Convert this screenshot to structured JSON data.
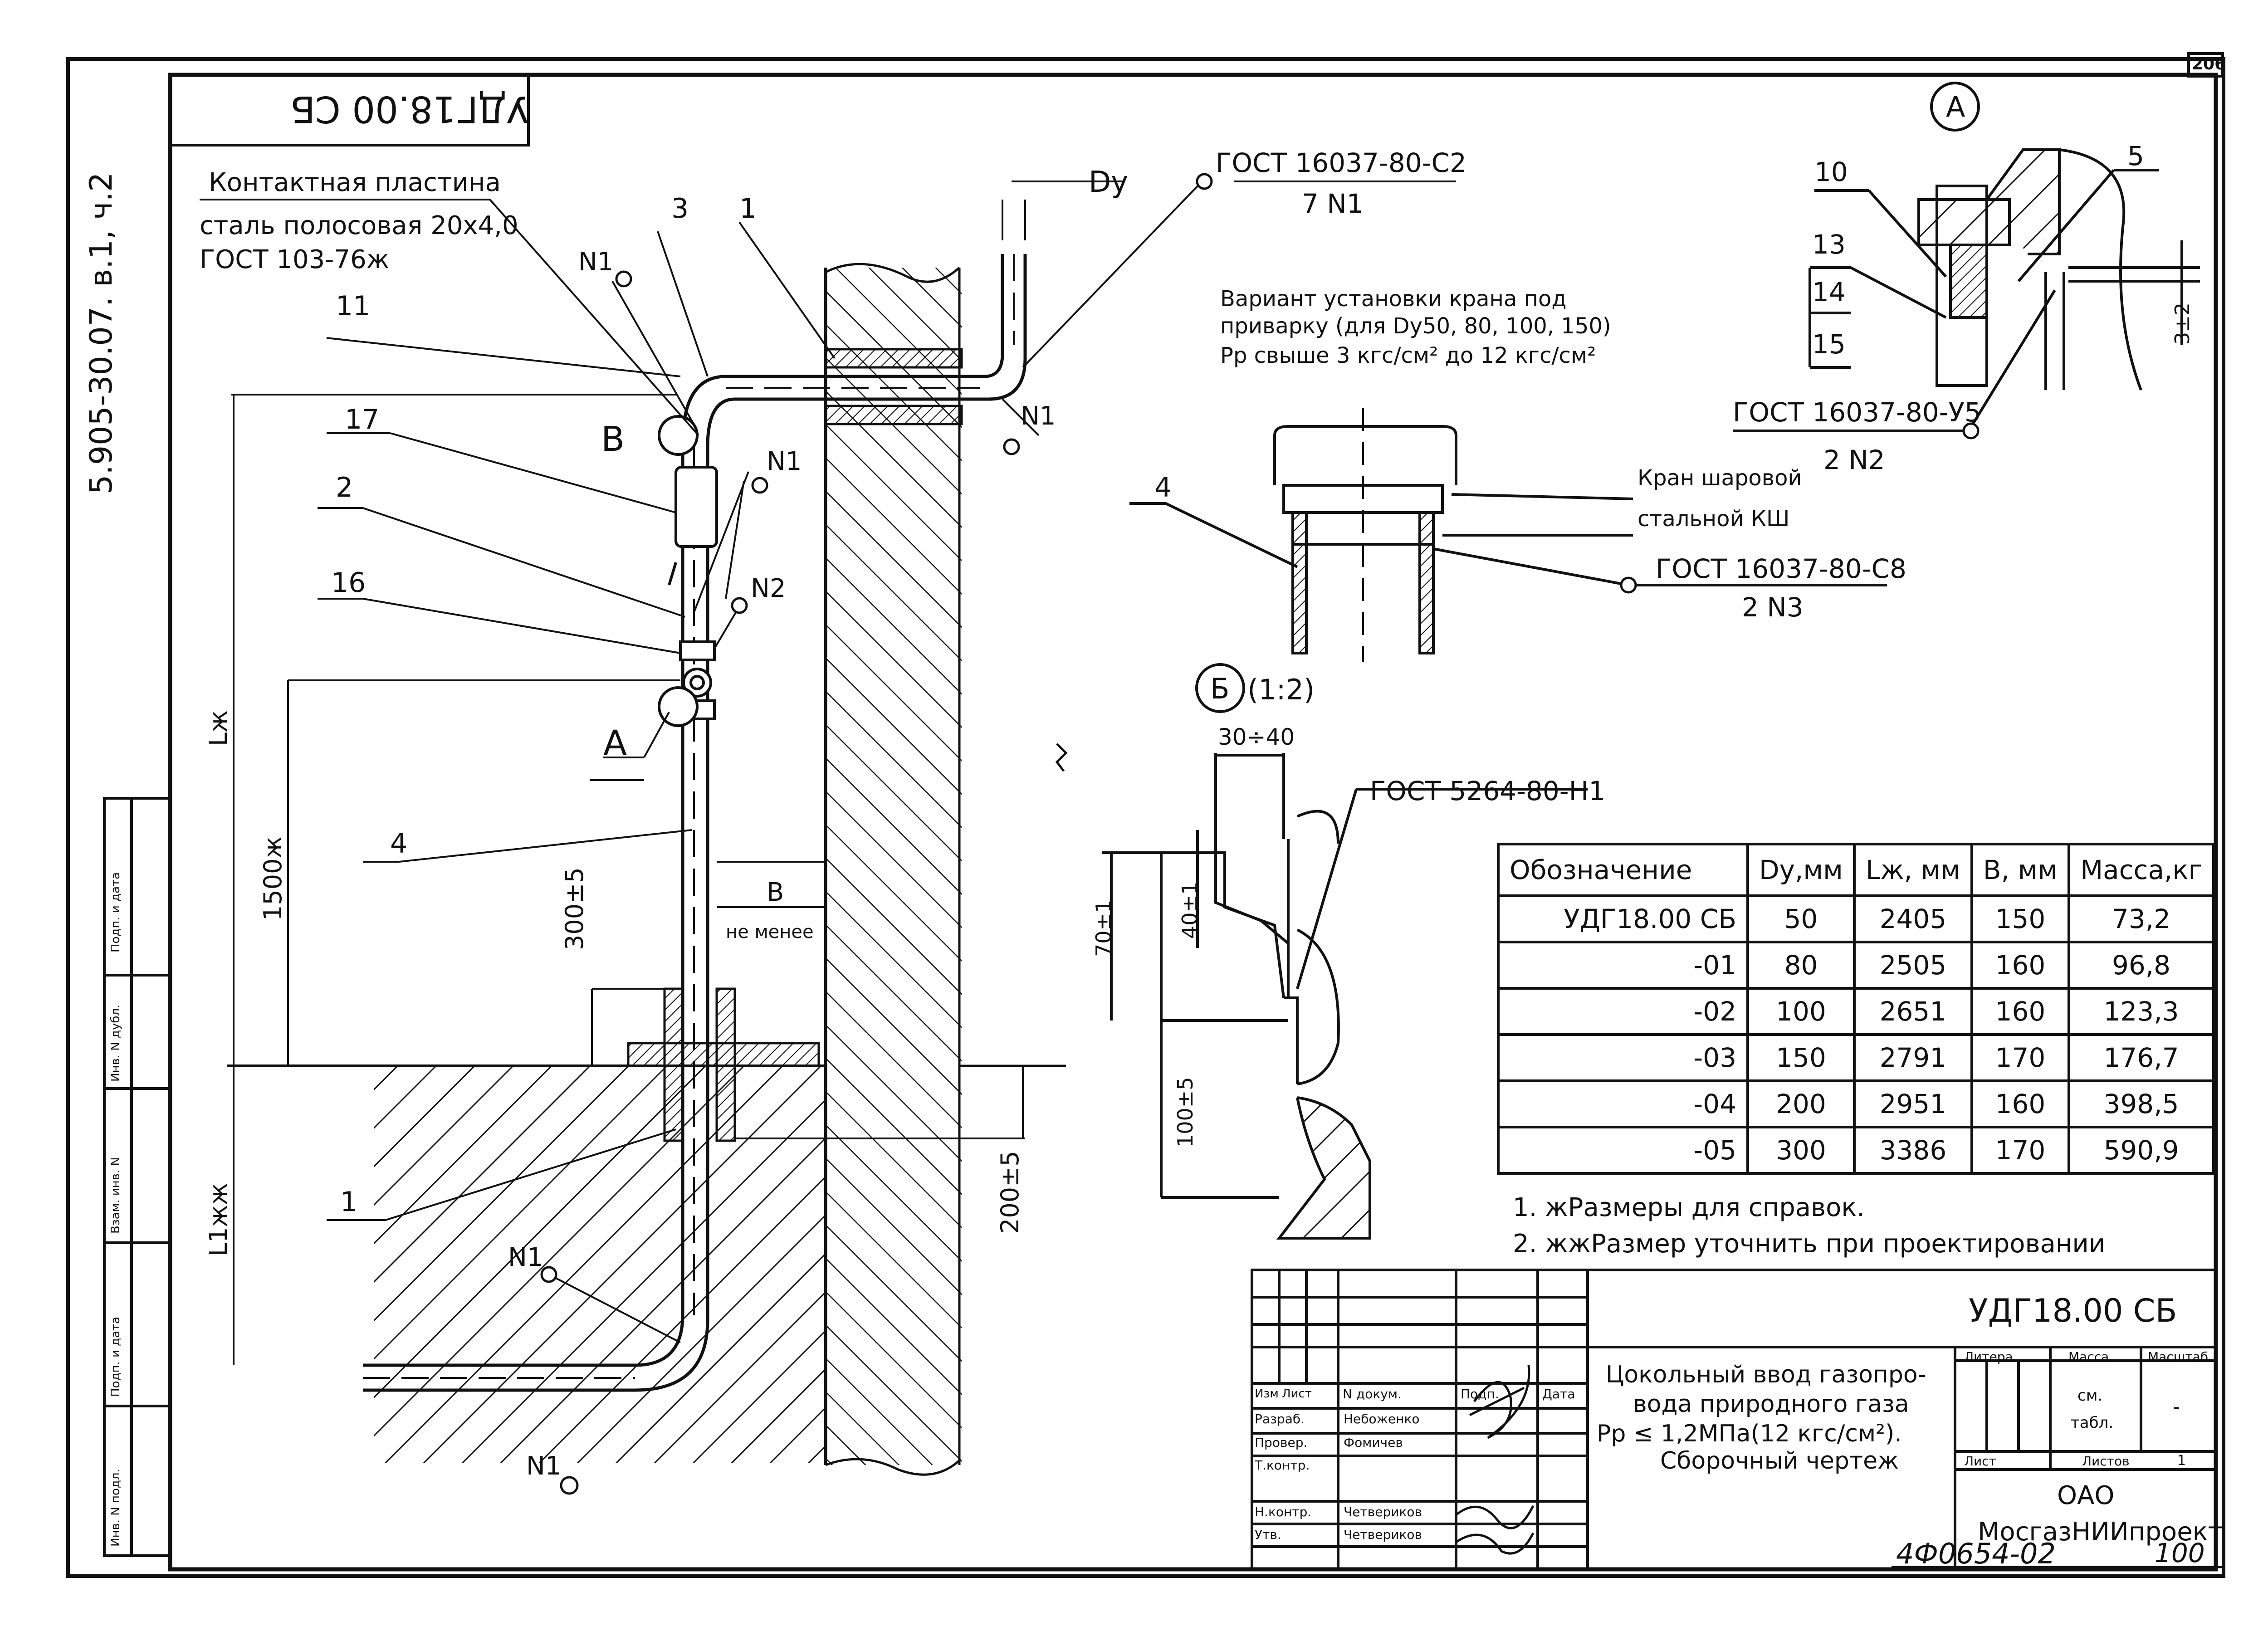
{
  "sheet": {
    "page_number": "206",
    "mirrored_code": "УДГ18.00 СБ",
    "side_code": "5.905-30.07. в.1, ч.2",
    "inventory_note": "4Ф0654-02",
    "inventory_page": "100"
  },
  "left_strip": [
    "Подп. и дата",
    "Инв. N дубл.",
    "Взам. инв. N",
    "Подп. и дата",
    "Инв. N подл."
  ],
  "contact_plate": {
    "line1": "Контактная пластина",
    "line2": "сталь полосовая 20х4,0",
    "line3": "ГОСТ 103-76ж"
  },
  "callouts": {
    "gost_c2": "ГОСТ 16037-80-С2",
    "n1_7": "7 N1",
    "dy": "Dy",
    "n1": "N1",
    "n2": "N2",
    "gost_y5": "ГОСТ 16037-80-У5",
    "n2_2": "2 N2",
    "gost_c8": "ГОСТ 16037-80-С8",
    "n3_2": "2 N3",
    "gost_h1": "ГОСТ 5264-80-Н1",
    "kran1": "Кран шаровой",
    "kran2": "стальной КШ",
    "ne_menee": "не менее"
  },
  "variant_note": {
    "line1": "Вариант установки крана под",
    "line2": "приварку (для Dy50, 80, 100, 150)",
    "line3": "Рр свыше 3 кгс/см² до 12 кгс/см²"
  },
  "view_a": {
    "label": "А"
  },
  "view_b": {
    "label": "Б",
    "scale": "(1:2)"
  },
  "positions": [
    "1",
    "2",
    "3",
    "4",
    "5",
    "10",
    "11",
    "13",
    "14",
    "15",
    "16",
    "17"
  ],
  "dims": {
    "L": "Lж",
    "L1": "L1жж",
    "d1500": "1500ж",
    "d300": "300±5",
    "d200": "200±5",
    "B": "В",
    "a3040": "30÷40",
    "a40": "40±1",
    "a70": "70±1",
    "a100": "100±5",
    "a32": "3±2"
  },
  "letters": {
    "V": "В",
    "A": "А"
  },
  "table": {
    "headers": [
      "Обозначение",
      "Dy,мм",
      "Lж, мм",
      "В, мм",
      "Масса,кг"
    ],
    "rows": [
      [
        "УДГ18.00 СБ",
        "50",
        "2405",
        "150",
        "73,2"
      ],
      [
        "-01",
        "80",
        "2505",
        "160",
        "96,8"
      ],
      [
        "-02",
        "100",
        "2651",
        "160",
        "123,3"
      ],
      [
        "-03",
        "150",
        "2791",
        "170",
        "176,7"
      ],
      [
        "-04",
        "200",
        "2951",
        "160",
        "398,5"
      ],
      [
        "-05",
        "300",
        "3386",
        "170",
        "590,9"
      ]
    ]
  },
  "notes": [
    "1. жРазмеры для справок.",
    "2. жжРазмер уточнить при проектировании"
  ],
  "title_block": {
    "code": "УДГ18.00 СБ",
    "name1": "Цокольный ввод газопро-",
    "name2": "вода природного газа",
    "name3": "Рр ≤ 1,2МПа(12 кгс/см²).",
    "name4": "Сборочный чертеж",
    "h_izm": "Изм",
    "h_list": "Лист",
    "h_doc": "N докум.",
    "h_sign": "Подп.",
    "h_date": "Дата",
    "r_razrab": "Разраб.",
    "r_prover": "Провер.",
    "r_tkontr": "Т.контр.",
    "r_nkontr": "Н.контр.",
    "r_utv": "Утв.",
    "n_razrab": "Небоженко",
    "n_prover": "Фомичев",
    "n_nkontr": "Четвериков",
    "n_utv": "Четвериков",
    "litera": "Литера",
    "massa": "Масса",
    "masshtab": "Масштаб",
    "mass_val1": "см.",
    "mass_val2": "табл.",
    "scale_val": "-",
    "list": "Лист",
    "listov": "Листов",
    "listov_val": "1",
    "org1": "ОАО",
    "org2": "МосгазНИИпроект"
  }
}
